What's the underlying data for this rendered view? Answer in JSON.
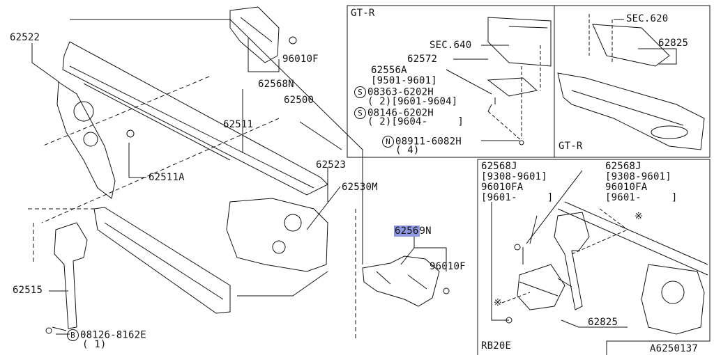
{
  "parts": {
    "p62522": "62522",
    "p96010F_top": "96010F",
    "p62568N": "62568N",
    "p62500": "62500",
    "p62511": "62511",
    "p62523": "62523",
    "p62530M": "62530M",
    "p62511A": "62511A",
    "p62515": "62515",
    "p62569N_hl": "6256",
    "p62569N_rest": "9N",
    "p96010F_mid": "96010F",
    "bolt_code": "08126-8162E",
    "bolt_qty": "( 1)",
    "bolt_marker": "B"
  },
  "gtr_panel": {
    "title": "GT-R",
    "sec640": "SEC.640",
    "p62572": "62572",
    "p62556A": "62556A",
    "p62556A_range": "[9501-9601]",
    "s1_code": "08363-6202H",
    "s1_range": "( 2)[9601-9604]",
    "s2_code": "08146-6202H",
    "s2_range": "( 2)[9604-     ]",
    "s_marker": "S",
    "n_code": "08911-6082H",
    "n_qty": "( 4)",
    "n_marker": "N"
  },
  "gtr_panel2": {
    "sec620": "SEC.620",
    "p62825": "62825",
    "title": "GT-R"
  },
  "rb20e_panel": {
    "title": "RB20E",
    "left_block": [
      "62568J",
      "[9308-9601]",
      "96010FA",
      "[9601-     ]"
    ],
    "right_block": [
      "62568J",
      "[9308-9601]",
      "96010FA",
      "[9601-     ]"
    ],
    "p62825": "62825",
    "mark1": "※",
    "mark2": "※"
  },
  "diagram_code": "A6250137"
}
